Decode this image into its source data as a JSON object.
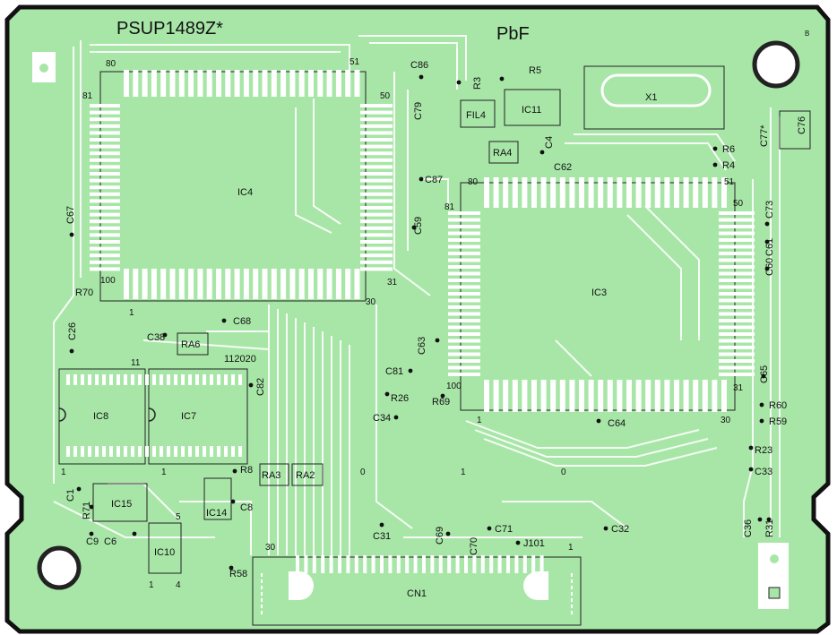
{
  "board": {
    "title": "PSUP1489Z*",
    "marking": "PbF",
    "corner_mark": "B"
  },
  "chips": {
    "ic4": "IC4",
    "ic3": "IC3",
    "ic8": "IC8",
    "ic7": "IC7",
    "ic15": "IC15",
    "ic14": "IC14",
    "ic10": "IC10",
    "ic11": "IC11",
    "x1": "X1",
    "fil4": "FIL4",
    "ra4": "RA4",
    "ra6": "RA6",
    "ra2": "RA2",
    "ra3": "RA3",
    "cn1": "CN1"
  },
  "pins": {
    "ic4": {
      "p80": "80",
      "p51": "51",
      "p81": "81",
      "p50": "50",
      "p100": "100",
      "p1": "1",
      "p30": "30",
      "p31": "31"
    },
    "ic3": {
      "p80": "80",
      "p51": "51",
      "p81": "81",
      "p50": "50",
      "p100": "100",
      "p1": "1",
      "p30": "30",
      "p31": "31"
    },
    "ic8": {
      "p11": "11",
      "p1": "1"
    },
    "ic7": {
      "p1": "1"
    },
    "ic10": {
      "p5": "5",
      "p1": "1",
      "p4": "4"
    },
    "cn1": {
      "p30": "30",
      "p1": "1"
    },
    "misc": {
      "n1": "1",
      "n0a": "0",
      "n1b": "1",
      "n0b": "0"
    }
  },
  "components": {
    "C86": "C86",
    "R3": "R3",
    "R5": "R5",
    "C79": "C79",
    "C4": "C4",
    "R6": "R6",
    "R4": "R4",
    "C77": "C77*",
    "C76": "C76",
    "C62": "C62",
    "C87": "C87",
    "C59": "C59",
    "C67": "C67",
    "C73": "C73",
    "C61": "C61",
    "C60": "C60",
    "R70": "R70",
    "C68": "C68",
    "C26": "C26",
    "C38": "C38",
    "code112020": "112020",
    "C82": "C82",
    "C63": "C63",
    "C81": "C81",
    "R26": "R26",
    "R69": "R69",
    "C34": "C34",
    "C64": "C64",
    "C65": "C65",
    "R60": "R60",
    "R59": "R59",
    "R23": "R23",
    "C33": "C33",
    "R8": "R8",
    "C8": "C8",
    "C1": "C1",
    "R71": "R71",
    "C9": "C9",
    "C6": "C6",
    "C31": "C31",
    "C69": "C69",
    "C71": "C71",
    "C70": "C70",
    "J101": "J101",
    "C32": "C32",
    "R58": "R58",
    "C36": "C36",
    "R31": "R31"
  },
  "colors": {
    "board": "#a8e6a8",
    "trace": "#ffffff",
    "outline": "#111111"
  }
}
